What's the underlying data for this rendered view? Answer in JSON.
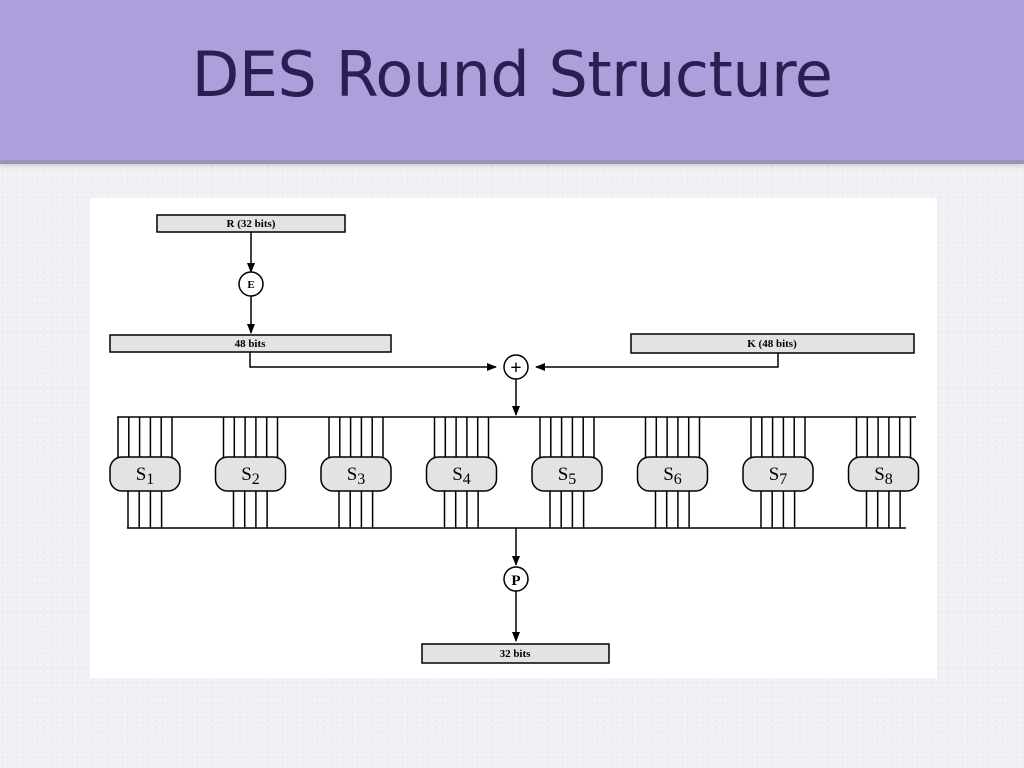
{
  "slide": {
    "title": "DES Round Structure"
  },
  "diagram": {
    "input_box": "R (32 bits)",
    "expansion_op": "E",
    "expanded_box": "48 bits",
    "key_box": "K (48 bits)",
    "xor_op": "+",
    "sboxes": [
      {
        "name": "S",
        "sub": "1"
      },
      {
        "name": "S",
        "sub": "2"
      },
      {
        "name": "S",
        "sub": "3"
      },
      {
        "name": "S",
        "sub": "4"
      },
      {
        "name": "S",
        "sub": "5"
      },
      {
        "name": "S",
        "sub": "6"
      },
      {
        "name": "S",
        "sub": "7"
      },
      {
        "name": "S",
        "sub": "8"
      }
    ],
    "permutation_op": "P",
    "output_box": "32 bits"
  }
}
